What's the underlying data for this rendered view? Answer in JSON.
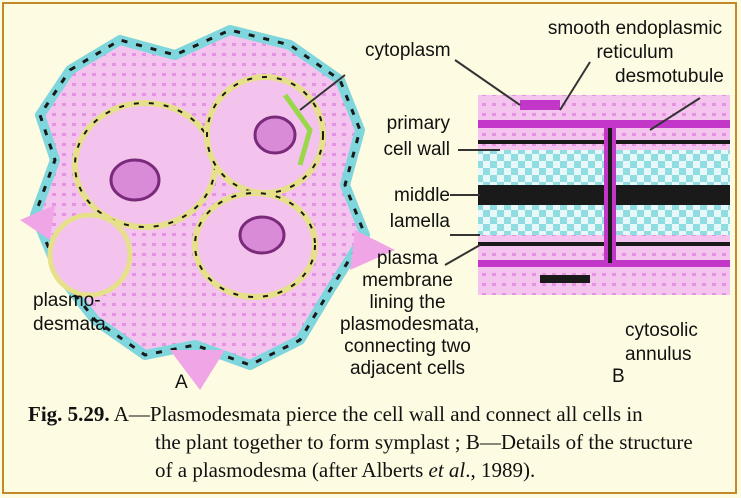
{
  "labels": {
    "cytoplasm": "cytoplasm",
    "ser_line1": "smooth endoplasmic",
    "ser_line2": "reticulum",
    "desmotubule": "desmotubule",
    "primary_cell_wall_1": "primary",
    "primary_cell_wall_2": "cell wall",
    "middle_lamella_1": "middle",
    "middle_lamella_2": "lamella",
    "plasma_1": "plasma",
    "plasma_2": "membrane",
    "plasma_3": "lining the",
    "plasma_4": "plasmodesmata,",
    "plasma_5": "connecting two",
    "plasma_6": "adjacent cells",
    "plasmodesmata_1": "plasmo-",
    "plasmodesmata_2": "desmata",
    "cytosolic_1": "cytosolic",
    "cytosolic_2": "annulus",
    "panel_a": "A",
    "panel_b": "B"
  },
  "caption": {
    "fig_label": "Fig. 5.29.",
    "line1": " A—Plasmodesmata pierce the cell wall and connect all cells in",
    "line2": "the plant together to form symplast ; B—Details of the structure",
    "line3_pre": "of a plasmodesma (after Alberts ",
    "line3_em": "et al",
    "line3_post": "., 1989)."
  },
  "colors": {
    "background": "#fdfbe1",
    "border": "#c48a2a",
    "wall_pink": "#f0a6e6",
    "cyan": "#7fd6dc",
    "yellow_line": "#e6e08a",
    "magenta": "#c236c8",
    "dark": "#1a1a1a"
  }
}
